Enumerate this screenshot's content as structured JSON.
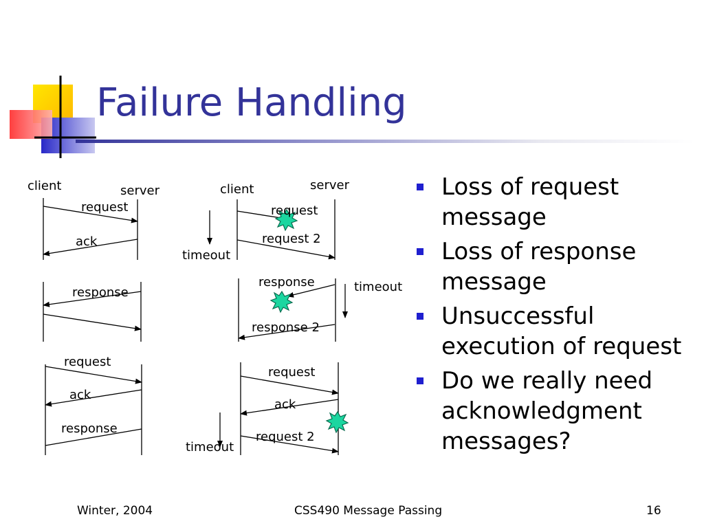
{
  "title": "Failure Handling",
  "bullets": [
    "Loss of request message",
    "Loss of response message",
    "Unsuccessful execution of request",
    "Do we really need acknowledgment messages?"
  ],
  "diagram": {
    "labels": {
      "client": "client",
      "server": "server",
      "request": "request",
      "ack": "ack",
      "response": "response",
      "timeout": "timeout",
      "request_2": "request 2",
      "response_2": "response 2"
    }
  },
  "footer": {
    "left": "Winter, 2004",
    "center": "CSS490 Message Passing",
    "right": "16"
  },
  "colors": {
    "title": "#333399",
    "bullet": "#1f1fcf",
    "burst": "#1bd6a0",
    "logo_yellow": "#ffd700",
    "logo_red": "#ff4d4d",
    "logo_blue": "#3333cc"
  }
}
